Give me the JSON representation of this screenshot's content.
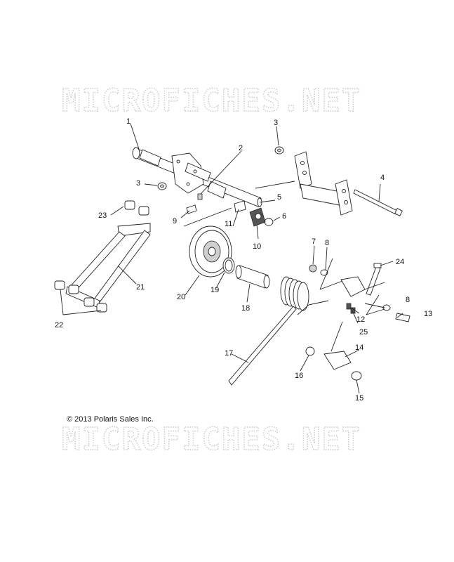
{
  "watermark": {
    "top": "MICROFICHES.NET",
    "bottom": "MICROFICHES.NET"
  },
  "copyright": "© 2013 Polaris Sales Inc.",
  "callouts": {
    "c1": "1",
    "c2": "2",
    "c3a": "3",
    "c3b": "3",
    "c4": "4",
    "c5": "5",
    "c6": "6",
    "c7": "7",
    "c8a": "8",
    "c8b": "8",
    "c9": "9",
    "c10": "10",
    "c11": "11",
    "c12": "12",
    "c13": "13",
    "c14": "14",
    "c15": "15",
    "c16": "16",
    "c17": "17",
    "c18": "18",
    "c19": "19",
    "c20": "20",
    "c21": "21",
    "c22": "22",
    "c23": "23",
    "c24": "24",
    "c25": "25"
  }
}
